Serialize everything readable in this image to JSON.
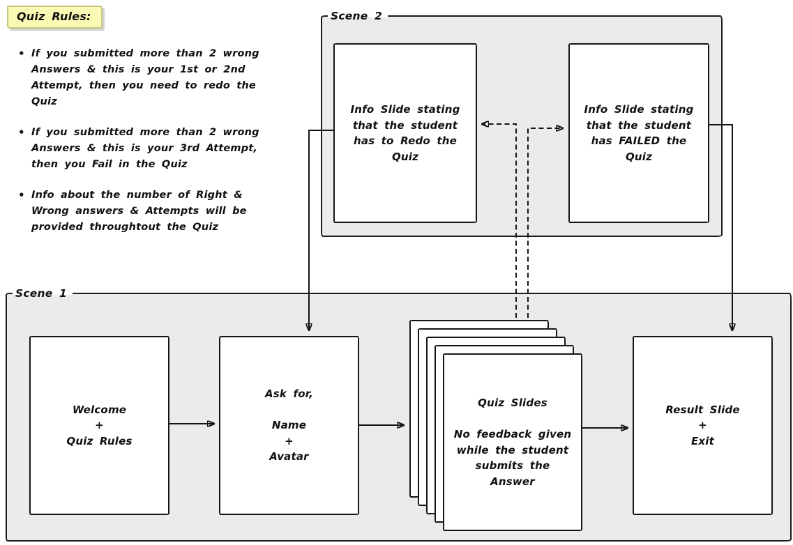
{
  "note": {
    "title": "Quiz Rules:"
  },
  "bullet_char": "•",
  "rules": [
    "If you submitted more than 2 wrong\nAnswers & this is your 1st or 2nd\nAttempt, then you need to redo the\nQuiz",
    "If you submitted more than 2 wrong\nAnswers & this is your 3rd Attempt,\nthen you Fail in the Quiz",
    "Info about the number of Right &\nWrong answers & Attempts will be\nprovided throughtout the Quiz"
  ],
  "scene2": {
    "label": "Scene 2",
    "redo_slide": "Info Slide stating\nthat the student\nhas to Redo the\nQuiz",
    "failed_slide": "Info Slide stating\nthat the student\nhas FAILED the\nQuiz"
  },
  "scene1": {
    "label": "Scene 1",
    "welcome_slide": "Welcome\n+\nQuiz Rules",
    "ask_slide": "Ask for,\n\nName\n+\nAvatar",
    "quiz_slides": "Quiz Slides\n\nNo feedback given\nwhile the student\nsubmits the\nAnswer",
    "result_slide": "Result Slide\n+\nExit"
  },
  "colors": {
    "scene_fill": "#ebebeb",
    "slide_fill": "#ffffff",
    "line": "#141414",
    "note_fill": "#fafab4",
    "note_border": "#c6c687"
  }
}
